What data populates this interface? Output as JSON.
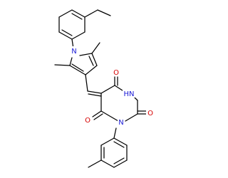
{
  "colors": {
    "background": "#ffffff",
    "bond": "#000000",
    "nitrogen": "#1a1ad6",
    "oxygen": "#d60000"
  },
  "atoms": {
    "pyrrole_n": {
      "text": "N",
      "element": "nitrogen"
    },
    "o_top": {
      "text": "O",
      "element": "oxygen"
    },
    "nh": {
      "text": "HN",
      "element": "nitrogen"
    },
    "o_right": {
      "text": "O",
      "element": "oxygen"
    },
    "n_lower": {
      "text": "N",
      "element": "nitrogen"
    },
    "o_left": {
      "text": "O",
      "element": "oxygen"
    }
  }
}
